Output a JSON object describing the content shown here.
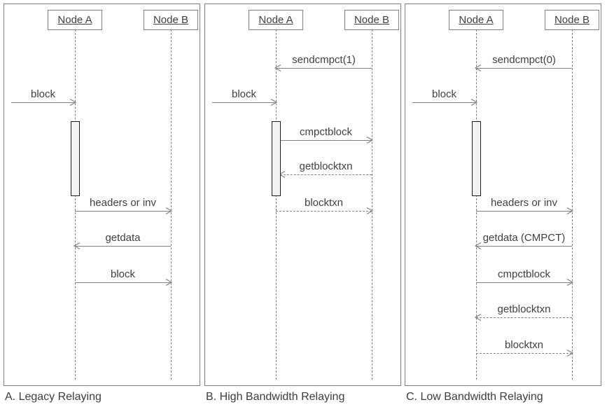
{
  "colors": {
    "frame_border": "#7f7f7f",
    "line": "#828282",
    "text": "#404040",
    "activation_fill": "#f2f2f2",
    "activation_border": "#1f1f1f"
  },
  "panels": [
    {
      "id": "A",
      "caption": "A. Legacy Relaying",
      "nodes": {
        "a": "Node A",
        "b": "Node B"
      },
      "messages": [
        {
          "label": "block",
          "from": "external",
          "to": "node_a",
          "line": "solid"
        },
        {
          "label": "headers or inv",
          "from": "node_a",
          "to": "node_b",
          "line": "solid"
        },
        {
          "label": "getdata",
          "from": "node_b",
          "to": "node_a",
          "line": "solid"
        },
        {
          "label": "block",
          "from": "node_a",
          "to": "node_b",
          "line": "solid"
        }
      ]
    },
    {
      "id": "B",
      "caption": "B. High Bandwidth Relaying",
      "nodes": {
        "a": "Node A",
        "b": "Node B"
      },
      "messages": [
        {
          "label": "sendcmpct(1)",
          "from": "node_b",
          "to": "node_a",
          "line": "solid"
        },
        {
          "label": "block",
          "from": "external",
          "to": "node_a",
          "line": "solid"
        },
        {
          "label": "cmpctblock",
          "from": "node_a",
          "to": "node_b",
          "line": "solid"
        },
        {
          "label": "getblocktxn",
          "from": "node_b",
          "to": "node_a",
          "line": "dashed"
        },
        {
          "label": "blocktxn",
          "from": "node_a",
          "to": "node_b",
          "line": "dashed"
        }
      ]
    },
    {
      "id": "C",
      "caption": "C. Low Bandwidth Relaying",
      "nodes": {
        "a": "Node A",
        "b": "Node B"
      },
      "messages": [
        {
          "label": "sendcmpct(0)",
          "from": "node_b",
          "to": "node_a",
          "line": "solid"
        },
        {
          "label": "block",
          "from": "external",
          "to": "node_a",
          "line": "solid"
        },
        {
          "label": "headers or inv",
          "from": "node_a",
          "to": "node_b",
          "line": "solid"
        },
        {
          "label": "getdata (CMPCT)",
          "from": "node_b",
          "to": "node_a",
          "line": "solid"
        },
        {
          "label": "cmpctblock",
          "from": "node_a",
          "to": "node_b",
          "line": "solid"
        },
        {
          "label": "getblocktxn",
          "from": "node_b",
          "to": "node_a",
          "line": "dashed"
        },
        {
          "label": "blocktxn",
          "from": "node_a",
          "to": "node_b",
          "line": "dashed"
        }
      ]
    }
  ]
}
